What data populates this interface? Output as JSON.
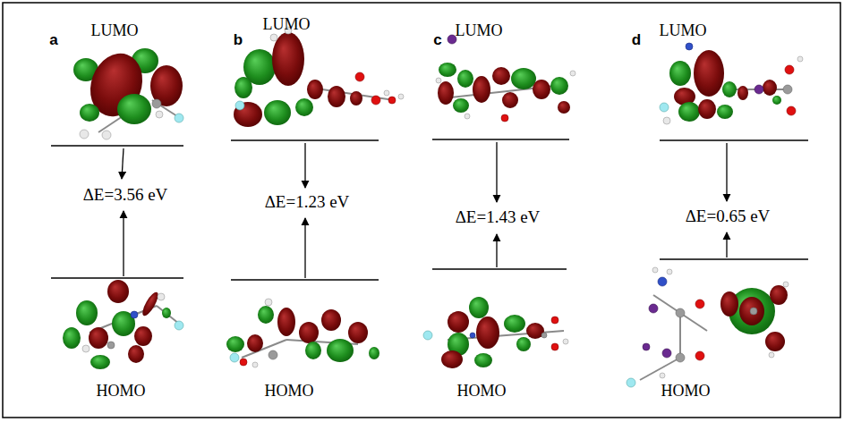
{
  "diagram": {
    "labels": [
      "a",
      "LUMO",
      "ΔE=3.56 eV",
      "HOMO",
      "b",
      "LUMO",
      "ΔE=1.23 eV",
      "HOMO",
      "c",
      "LUMO",
      "ΔE=1.43 eV",
      "HOMO",
      "d",
      "LUMO",
      "ΔE=0.65 eV",
      "HOMO"
    ]
  }
}
